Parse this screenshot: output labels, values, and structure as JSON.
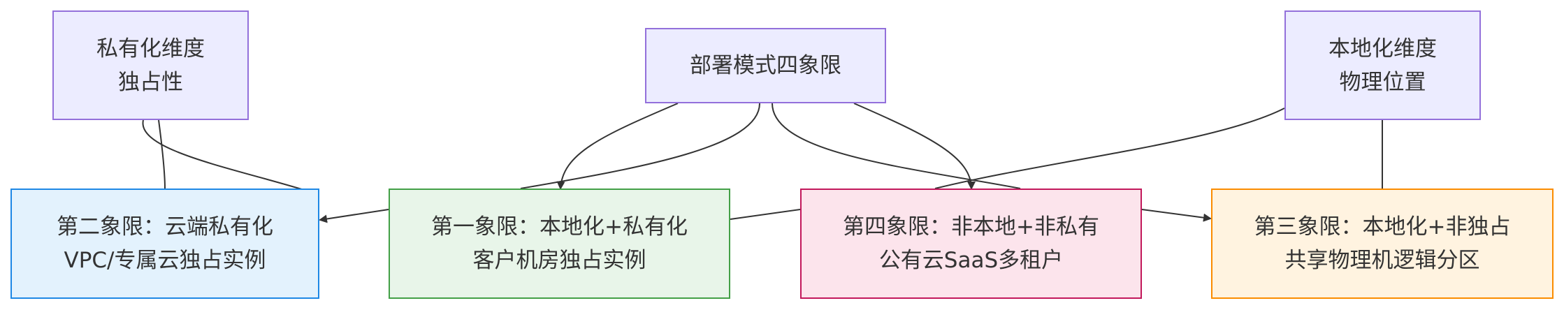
{
  "nodes": {
    "private_dimension": {
      "line1": "私有化维度",
      "line2": "独占性"
    },
    "center": {
      "line1": "部署模式四象限"
    },
    "local_dimension": {
      "line1": "本地化维度",
      "line2": "物理位置"
    },
    "quadrant2": {
      "line1": "第二象限：云端私有化",
      "line2": "VPC/专属云独占实例"
    },
    "quadrant1": {
      "line1": "第一象限：本地化+私有化",
      "line2": "客户机房独占实例"
    },
    "quadrant4": {
      "line1": "第四象限：非本地+非私有",
      "line2": "公有云SaaS多租户"
    },
    "quadrant3": {
      "line1": "第三象限：本地化+非独占",
      "line2": "共享物理机逻辑分区"
    }
  },
  "colors": {
    "dimension_fill": "#ececff",
    "dimension_border": "#9370db",
    "q2_fill": "#e3f2fd",
    "q2_border": "#1e88e5",
    "q1_fill": "#e8f5e9",
    "q1_border": "#43a047",
    "q4_fill": "#fce4ec",
    "q4_border": "#c2185b",
    "q3_fill": "#fff3e0",
    "q3_border": "#fb8c00",
    "edge": "#333333"
  }
}
